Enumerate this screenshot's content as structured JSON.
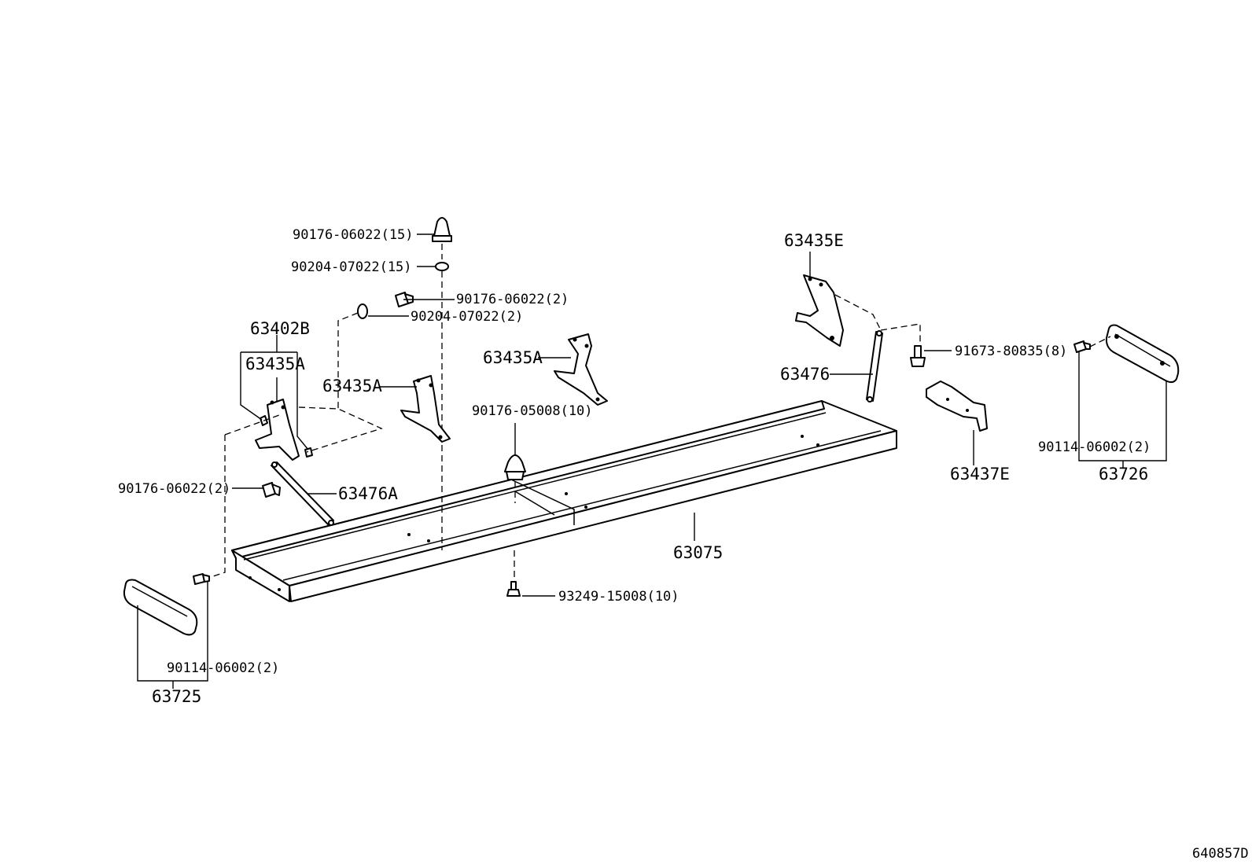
{
  "labels": {
    "l_90176_06022_15": "90176-06022(15)",
    "l_90204_07022_15": "90204-07022(15)",
    "l_90176_06022_2_top": "90176-06022(2)",
    "l_90204_07022_2": "90204-07022(2)",
    "l_63402B": "63402B",
    "l_63435A_left": "63435A",
    "l_63435A_mid": "63435A",
    "l_63435A_right": "63435A",
    "l_90176_05008_10": "90176-05008(10)",
    "l_90176_06022_2_left": "90176-06022(2)",
    "l_63476A": "63476A",
    "l_63075": "63075",
    "l_93249_15008_10": "93249-15008(10)",
    "l_90114_06002_2_left": "90114-06002(2)",
    "l_63725": "63725",
    "l_63435E": "63435E",
    "l_63476": "63476",
    "l_91673_80835_8": "91673-80835(8)",
    "l_63437E": "63437E",
    "l_90114_06002_2_right": "90114-06002(2)",
    "l_63726": "63726",
    "l_ref": "640857D"
  }
}
